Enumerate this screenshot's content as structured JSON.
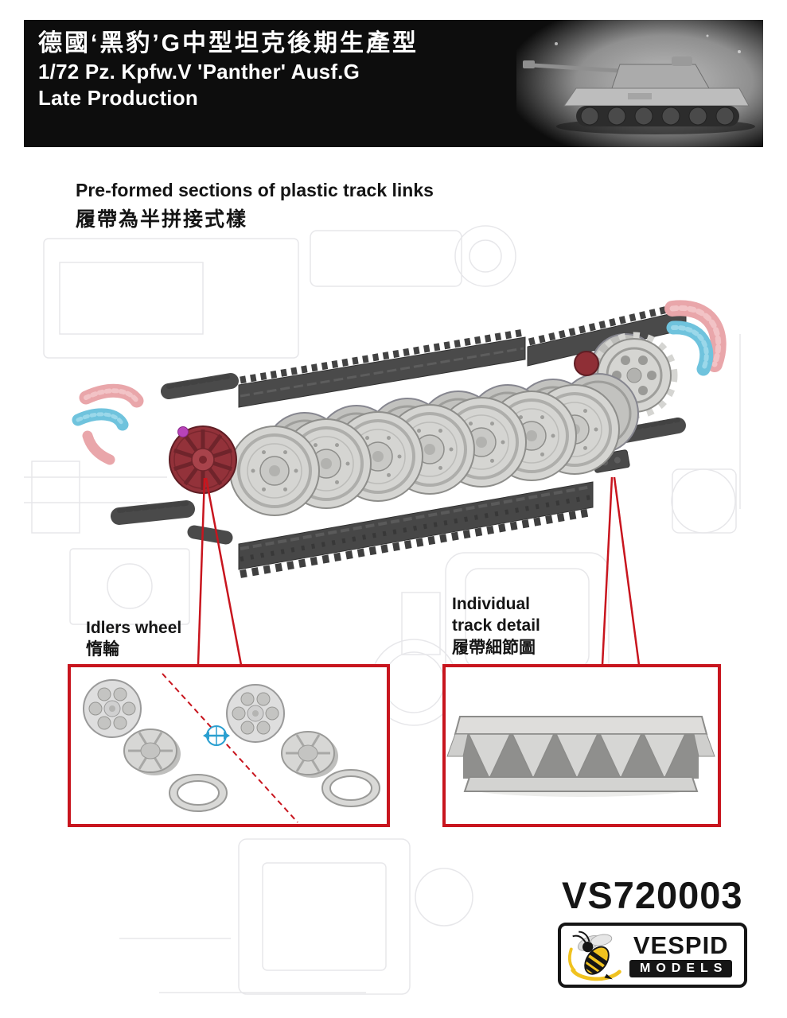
{
  "header": {
    "title_zh": "德國‘黑豹’G中型坦克後期生產型",
    "title_en_line1": "1/72 Pz. Kpfw.V 'Panther' Ausf.G",
    "title_en_line2": "Late Production"
  },
  "feature": {
    "heading_en": "Pre-formed sections of plastic track links",
    "heading_zh": "履帶為半拼接式樣"
  },
  "callouts": {
    "idler": {
      "label_en": "Idlers wheel",
      "label_zh": "惰輪"
    },
    "track": {
      "label_en_line1": "Individual",
      "label_en_line2": "track detail",
      "label_zh": "履帶細節圖"
    }
  },
  "footer": {
    "sku": "VS720003",
    "brand_name": "VESPID",
    "brand_sub": "MODELS"
  },
  "icons": {
    "move_arrow_icon": "↔",
    "wasp_icon": "wasp"
  },
  "colors": {
    "accent_red": "#c8151e",
    "banner_black": "#0d0d0d",
    "brand_yellow": "#f0c21f",
    "track_pink": "#e9a6aa",
    "track_blue": "#6fc3dd",
    "idler_red": "#93323a",
    "wheel_gray": "#d5d5d2",
    "track_dark_gray": "#4a4a4a"
  }
}
